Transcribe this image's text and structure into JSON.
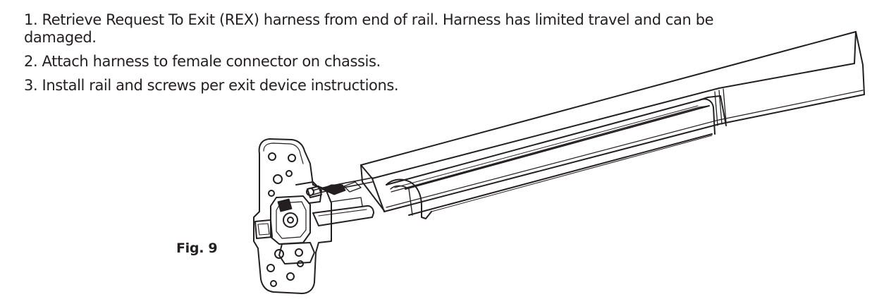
{
  "instructions": {
    "steps": [
      {
        "number": "1.",
        "text": "Retrieve Request To Exit (REX) harness from end of rail. Harness has limited travel and can be damaged."
      },
      {
        "number": "2.",
        "text": "Attach harness to female connector on chassis."
      },
      {
        "number": "3.",
        "text": "Install rail and screws per exit device instructions."
      }
    ]
  },
  "figure": {
    "label": "Fig. 9"
  },
  "colors": {
    "text": "#231f20",
    "line": "#231f20",
    "background": "#ffffff"
  }
}
